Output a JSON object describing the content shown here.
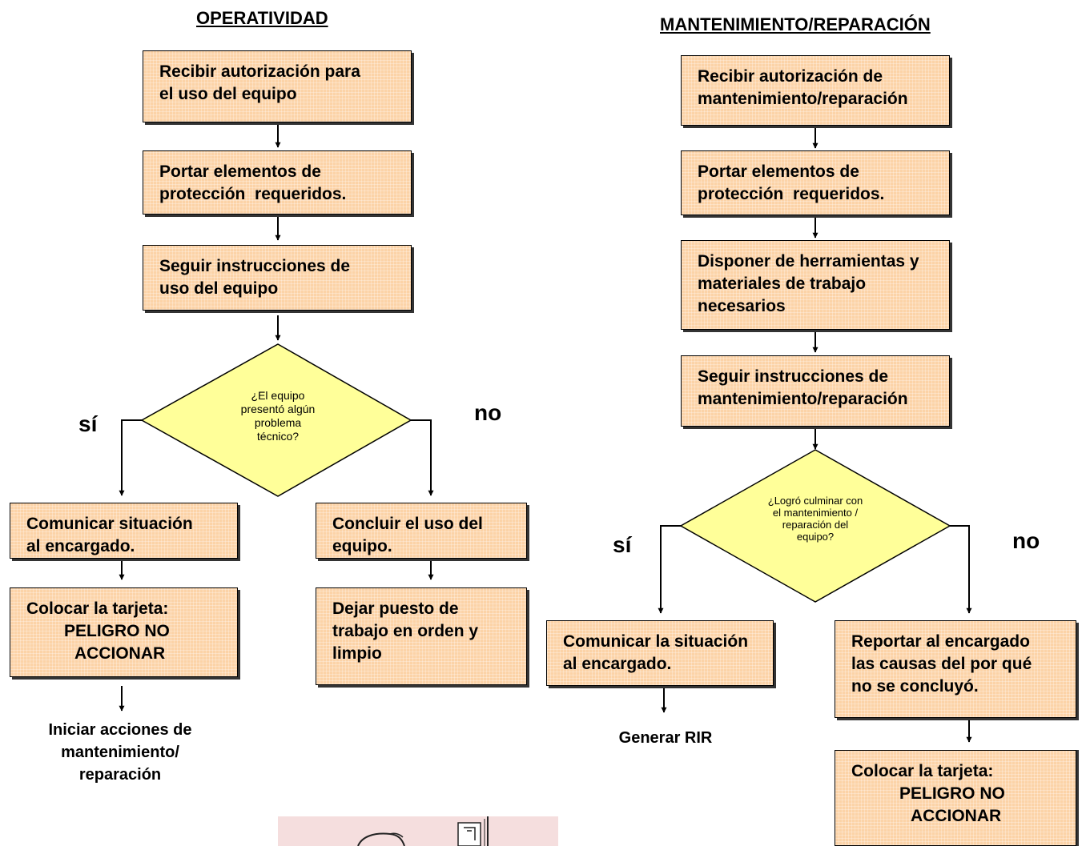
{
  "colors": {
    "process_fill": "#fcd3a7",
    "decision_fill": "#ffff99",
    "clipart_bg": "#f5dede"
  },
  "operatividad": {
    "title": "OPERATIVIDAD",
    "step1": [
      "Recibir autorización para",
      "el uso del equipo"
    ],
    "step2": [
      "Portar elementos de",
      "protección  requeridos."
    ],
    "step3": [
      "Seguir instrucciones de",
      "uso del equipo"
    ],
    "decision": [
      "¿El equipo",
      "presentó algún",
      "problema",
      "técnico?"
    ],
    "yes_label": "sí",
    "no_label": "no",
    "yes_step1": [
      "Comunicar situación",
      "al encargado."
    ],
    "yes_step2": [
      "Colocar la tarjeta:",
      "PELIGRO NO",
      "ACCIONAR"
    ],
    "yes_end": [
      "Iniciar acciones de",
      "mantenimiento/",
      "reparación"
    ],
    "no_step1": [
      "Concluir el uso del",
      "equipo."
    ],
    "no_step2": [
      "Dejar puesto de",
      "trabajo en orden y",
      "limpio"
    ]
  },
  "mantenimiento": {
    "title": "MANTENIMIENTO/REPARACIÓN",
    "step1": [
      "Recibir autorización de",
      "mantenimiento/reparación"
    ],
    "step2": [
      "Portar elementos de",
      "protección  requeridos."
    ],
    "step3": [
      "Disponer de herramientas y",
      "materiales de trabajo",
      "necesarios"
    ],
    "step4": [
      "Seguir instrucciones de",
      "mantenimiento/reparación"
    ],
    "decision": [
      "¿Logró culminar con",
      "el  mantenimiento /",
      "reparación del",
      "equipo?"
    ],
    "yes_label": "sí",
    "no_label": "no",
    "yes_step1": [
      "Comunicar la situación",
      "al encargado."
    ],
    "yes_end": "Generar RIR",
    "no_step1": [
      "Reportar al encargado",
      "las causas del por qué",
      "no se concluyó."
    ],
    "no_step2": [
      "Colocar la tarjeta:",
      "PELIGRO NO",
      "ACCIONAR"
    ]
  }
}
